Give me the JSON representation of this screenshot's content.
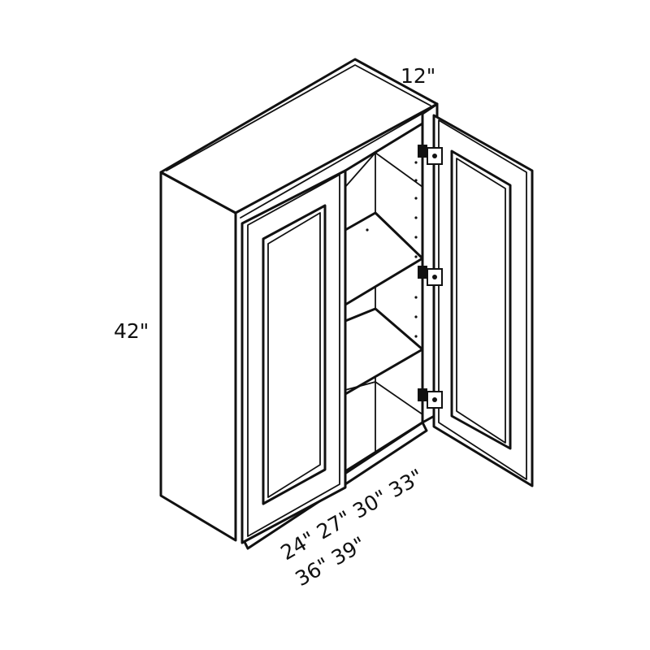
{
  "dimensions": {
    "depth": "12\"",
    "height": "42\"",
    "widths_line1": "24\" 27\" 30\" 33\"",
    "widths_line2": "36\" 39\""
  },
  "colors": {
    "line": "#111111",
    "background": "#ffffff"
  }
}
